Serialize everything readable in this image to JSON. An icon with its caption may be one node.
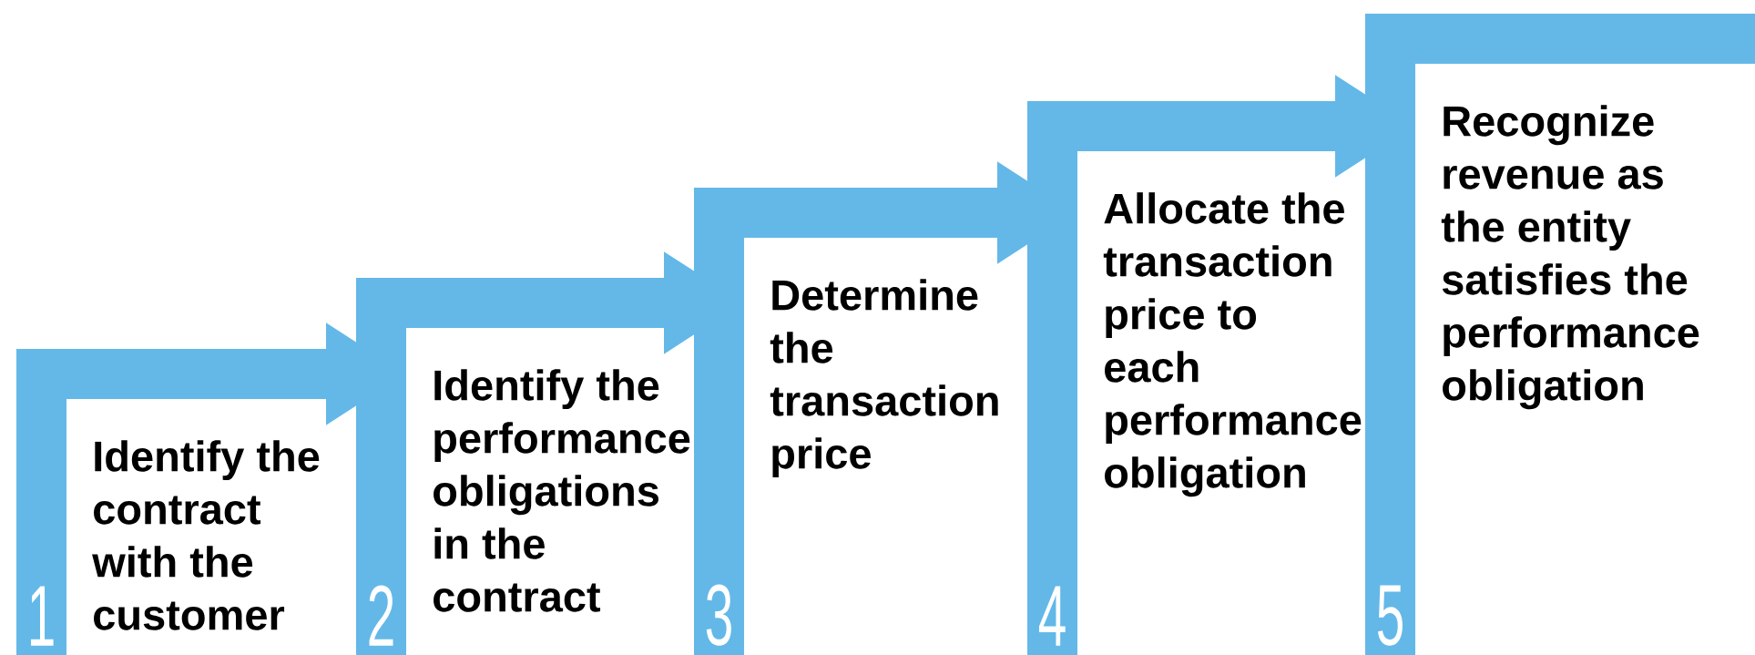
{
  "diagram": {
    "nodes": [
      {
        "text": [
          "1",
          "Identify the contract with the customer"
        ]
      },
      {
        "text": [
          "2",
          "Identify the performance obligations in the contract"
        ]
      },
      {
        "text": [
          "3",
          "Determine the transaction price"
        ]
      },
      {
        "text": [
          "4",
          "Allocate the transaction price to each performance obligation"
        ]
      },
      {
        "text": [
          "5",
          "Recognize revenue as the entity satisfies the performance obligation"
        ]
      }
    ],
    "edges": [
      {
        "from": 0,
        "to": 1,
        "arrow": "to"
      },
      {
        "from": 1,
        "to": 2,
        "arrow": "to"
      },
      {
        "from": 2,
        "to": 3,
        "arrow": "to"
      },
      {
        "from": 3,
        "to": 4,
        "arrow": "to"
      }
    ]
  }
}
